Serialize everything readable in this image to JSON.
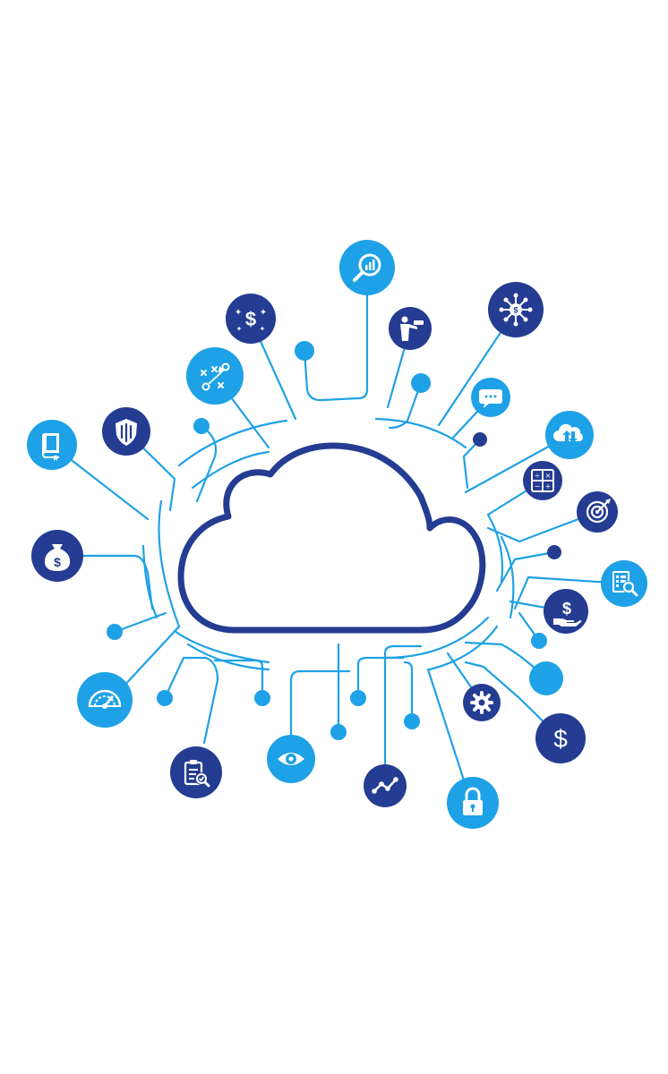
{
  "colors": {
    "light": "#1ea1e6",
    "dark": "#243c92",
    "cloud": "#243c92",
    "icon": "#ffffff",
    "background": "#ffffff"
  },
  "icons": [
    {
      "name": "analytics-search-icon",
      "tone": "light"
    },
    {
      "name": "dollar-sparkle-icon",
      "tone": "dark"
    },
    {
      "name": "presenter-icon",
      "tone": "dark"
    },
    {
      "name": "network-dollar-icon",
      "tone": "dark"
    },
    {
      "name": "strategy-icon",
      "tone": "light"
    },
    {
      "name": "chat-bubble-icon",
      "tone": "light"
    },
    {
      "name": "shield-icon",
      "tone": "dark"
    },
    {
      "name": "book-icon",
      "tone": "light"
    },
    {
      "name": "cloud-sync-icon",
      "tone": "light"
    },
    {
      "name": "calculator-icon",
      "tone": "dark"
    },
    {
      "name": "target-icon",
      "tone": "dark"
    },
    {
      "name": "money-bag-icon",
      "tone": "dark"
    },
    {
      "name": "report-search-icon",
      "tone": "light"
    },
    {
      "name": "dollar-hand-icon",
      "tone": "dark"
    },
    {
      "name": "speedometer-icon",
      "tone": "light"
    },
    {
      "name": "settings-gear-icon",
      "tone": "dark"
    },
    {
      "name": "dollar-icon",
      "tone": "dark"
    },
    {
      "name": "clipboard-check-icon",
      "tone": "dark"
    },
    {
      "name": "eye-icon",
      "tone": "light"
    },
    {
      "name": "trend-line-icon",
      "tone": "dark"
    },
    {
      "name": "padlock-icon",
      "tone": "light"
    }
  ]
}
